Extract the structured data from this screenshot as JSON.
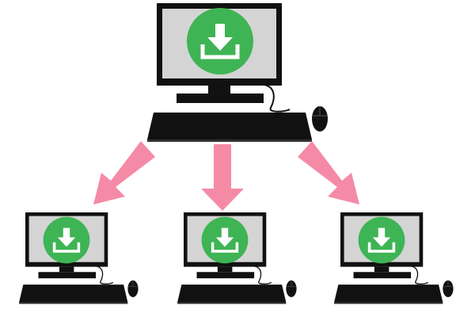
{
  "diagram": {
    "nodes": [
      {
        "id": "central-computer",
        "role": "source",
        "icon": "download-icon"
      },
      {
        "id": "client-computer-left",
        "role": "receiver",
        "icon": "download-icon"
      },
      {
        "id": "client-computer-center",
        "role": "receiver",
        "icon": "download-icon"
      },
      {
        "id": "client-computer-right",
        "role": "receiver",
        "icon": "download-icon"
      }
    ],
    "edges": [
      {
        "from": "central-computer",
        "to": "client-computer-left"
      },
      {
        "from": "central-computer",
        "to": "client-computer-center"
      },
      {
        "from": "central-computer",
        "to": "client-computer-right"
      }
    ],
    "colors": {
      "monitor_frame": "#111111",
      "screen": "#d4d4d4",
      "download_circle": "#3fb454",
      "download_glyph": "#ffffff",
      "arrow": "#f58aa6",
      "keyboard": "#1b1b1b",
      "mouse": "#1b1b1b"
    }
  }
}
